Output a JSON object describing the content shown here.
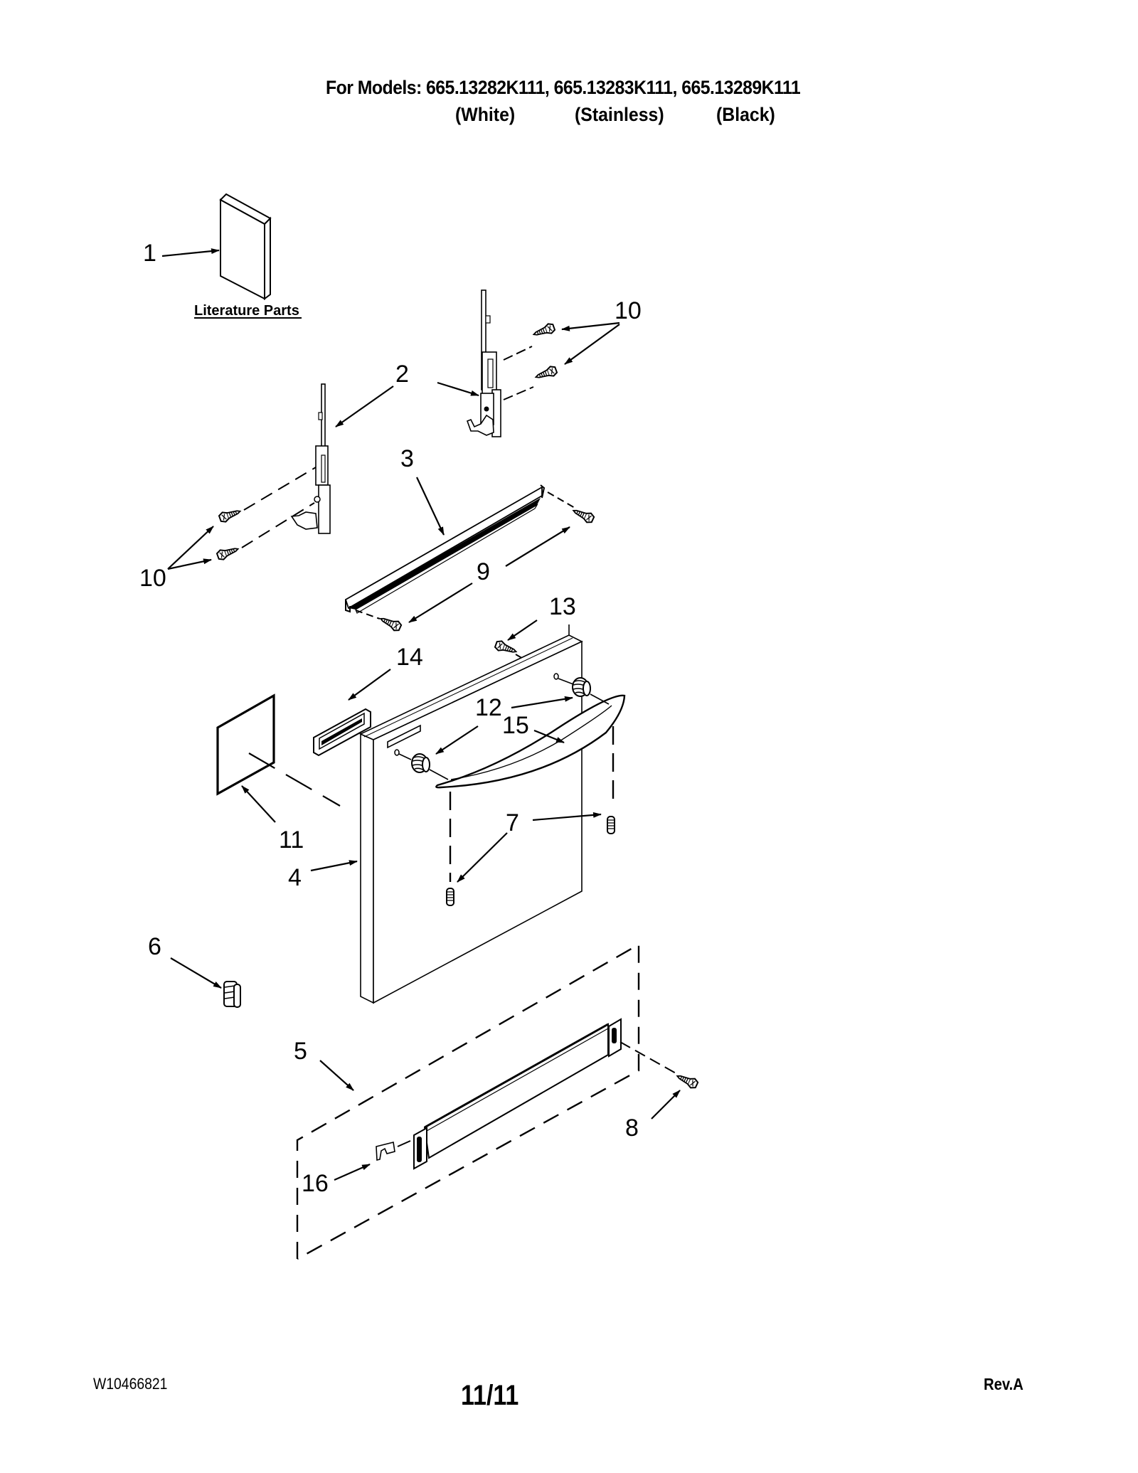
{
  "header": {
    "models_line": "For Models: 665.13282K111, 665.13283K111, 665.13289K111",
    "finishes": [
      "(White)",
      "(Stainless)",
      "(Black)"
    ]
  },
  "literature": {
    "label": "Literature Parts"
  },
  "callouts": {
    "c1": "1",
    "c2": "2",
    "c3": "3",
    "c4": "4",
    "c5": "5",
    "c6": "6",
    "c7": "7",
    "c8": "8",
    "c9": "9",
    "c10_top": "10",
    "c10_bottom": "10",
    "c11": "11",
    "c12": "12",
    "c13": "13",
    "c14": "14",
    "c15": "15",
    "c16": "16"
  },
  "footer": {
    "doc_number": "W10466821",
    "page": "11/11",
    "revision": "Rev.A"
  }
}
